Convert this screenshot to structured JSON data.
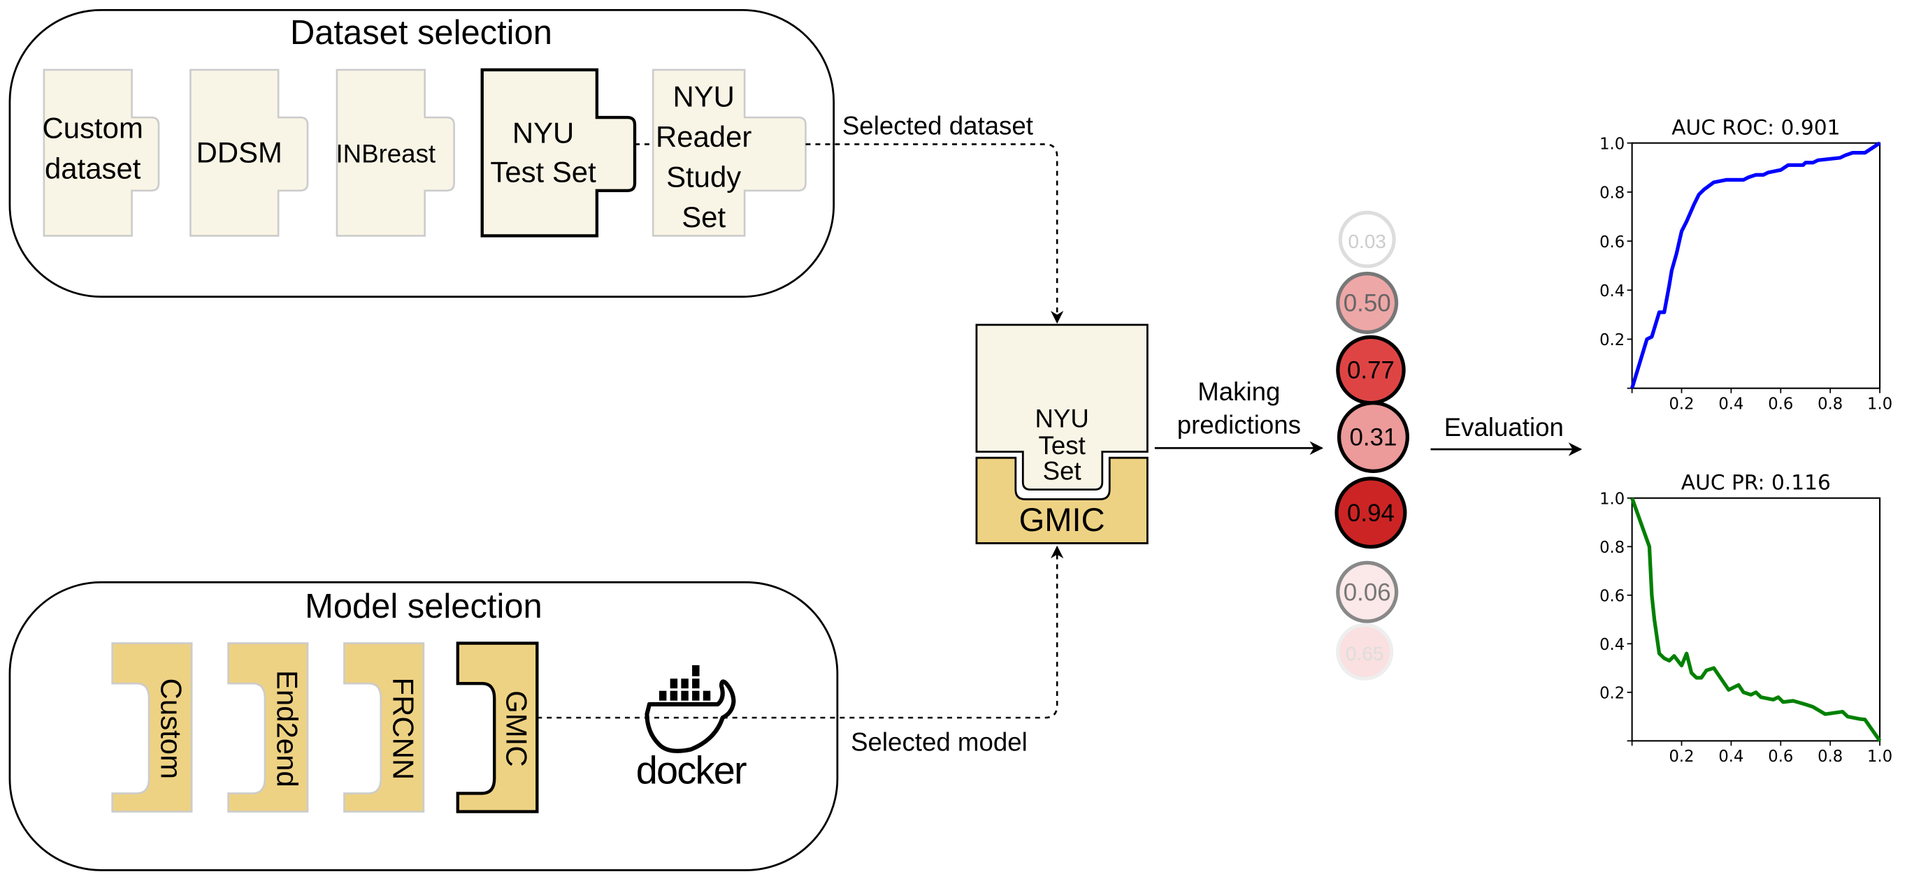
{
  "dataset_panel": {
    "title": "Dataset selection",
    "tiles": [
      {
        "lines": [
          "Custom",
          "dataset"
        ],
        "selected": false
      },
      {
        "lines": [
          "DDSM"
        ],
        "selected": false
      },
      {
        "lines": [
          "INBreast"
        ],
        "selected": false
      },
      {
        "lines": [
          "NYU",
          "Test Set"
        ],
        "selected": true
      },
      {
        "lines": [
          "NYU",
          "Reader",
          "Study",
          "Set"
        ],
        "selected": false
      }
    ],
    "connector_label": "Selected dataset"
  },
  "model_panel": {
    "title": "Model selection",
    "tiles": [
      {
        "label": "Custom",
        "selected": false
      },
      {
        "label": "End2end",
        "selected": false
      },
      {
        "label": "FRCNN",
        "selected": false
      },
      {
        "label": "GMIC",
        "selected": true
      }
    ],
    "container_logo": "docker",
    "connector_label": "Selected model"
  },
  "combined_block": {
    "dataset_lines": [
      "NYU",
      "Test",
      "Set"
    ],
    "model_label": "GMIC"
  },
  "arrows": {
    "predict_lines": [
      "Making",
      "predictions"
    ],
    "evaluate_label": "Evaluation"
  },
  "predictions": [
    {
      "value": "0.03",
      "fill": "#ffffff",
      "stroke": "#dddddd",
      "text": "#cccccc"
    },
    {
      "value": "0.50",
      "fill": "#eea7a7",
      "stroke": "#777777",
      "text": "#666666"
    },
    {
      "value": "0.77",
      "fill": "#df4444",
      "stroke": "#000000",
      "text": "#000000"
    },
    {
      "value": "0.31",
      "fill": "#ec9a9a",
      "stroke": "#000000",
      "text": "#000000"
    },
    {
      "value": "0.94",
      "fill": "#cc2424",
      "stroke": "#000000",
      "text": "#000000"
    },
    {
      "value": "0.06",
      "fill": "#fbe8e8",
      "stroke": "#888888",
      "text": "#777777"
    },
    {
      "value": "0.65",
      "fill": "#fae0e0",
      "stroke": "#eeeeee",
      "text": "#dddddd"
    }
  ],
  "colors": {
    "dataset_tile": "#f9f5e6",
    "model_tile": "#eed283",
    "roc_line": "#0000ff",
    "pr_line": "#008000"
  },
  "chart_data": [
    {
      "type": "line",
      "title": "AUC ROC: 0.901",
      "xlim": [
        0,
        1
      ],
      "ylim": [
        0,
        1
      ],
      "xticks": [
        "0.2",
        "0.4",
        "0.6",
        "0.8",
        "1.0"
      ],
      "yticks": [
        "0.2",
        "0.4",
        "0.6",
        "0.8",
        "1.0"
      ],
      "grid": false,
      "color": "#0000ff",
      "x": [
        0,
        0.06,
        0.08,
        0.11,
        0.13,
        0.15,
        0.16,
        0.18,
        0.2,
        0.22,
        0.25,
        0.27,
        0.29,
        0.33,
        0.38,
        0.45,
        0.47,
        0.5,
        0.53,
        0.55,
        0.6,
        0.63,
        0.69,
        0.7,
        0.73,
        0.75,
        0.84,
        0.86,
        0.89,
        0.94,
        1
      ],
      "y": [
        0,
        0.2,
        0.21,
        0.31,
        0.31,
        0.42,
        0.48,
        0.55,
        0.64,
        0.68,
        0.75,
        0.79,
        0.81,
        0.84,
        0.85,
        0.85,
        0.86,
        0.87,
        0.87,
        0.88,
        0.89,
        0.91,
        0.91,
        0.92,
        0.92,
        0.93,
        0.94,
        0.95,
        0.96,
        0.96,
        1
      ]
    },
    {
      "type": "line",
      "title": "AUC PR: 0.116",
      "xlim": [
        0,
        1
      ],
      "ylim": [
        0,
        1
      ],
      "xticks": [
        "0.2",
        "0.4",
        "0.6",
        "0.8",
        "1.0"
      ],
      "yticks": [
        "0.2",
        "0.4",
        "0.6",
        "0.8",
        "1.0"
      ],
      "grid": false,
      "color": "#008000",
      "x": [
        0,
        0.07,
        0.08,
        0.09,
        0.11,
        0.13,
        0.15,
        0.17,
        0.2,
        0.22,
        0.24,
        0.26,
        0.28,
        0.3,
        0.33,
        0.39,
        0.43,
        0.45,
        0.48,
        0.5,
        0.52,
        0.57,
        0.59,
        0.61,
        0.65,
        0.7,
        0.73,
        0.78,
        0.85,
        0.87,
        0.92,
        0.94,
        1
      ],
      "y": [
        1,
        0.8,
        0.6,
        0.5,
        0.36,
        0.34,
        0.33,
        0.35,
        0.31,
        0.36,
        0.28,
        0.26,
        0.26,
        0.29,
        0.3,
        0.21,
        0.23,
        0.2,
        0.19,
        0.2,
        0.18,
        0.17,
        0.18,
        0.16,
        0.165,
        0.15,
        0.14,
        0.11,
        0.12,
        0.1,
        0.09,
        0.088,
        0
      ]
    }
  ]
}
